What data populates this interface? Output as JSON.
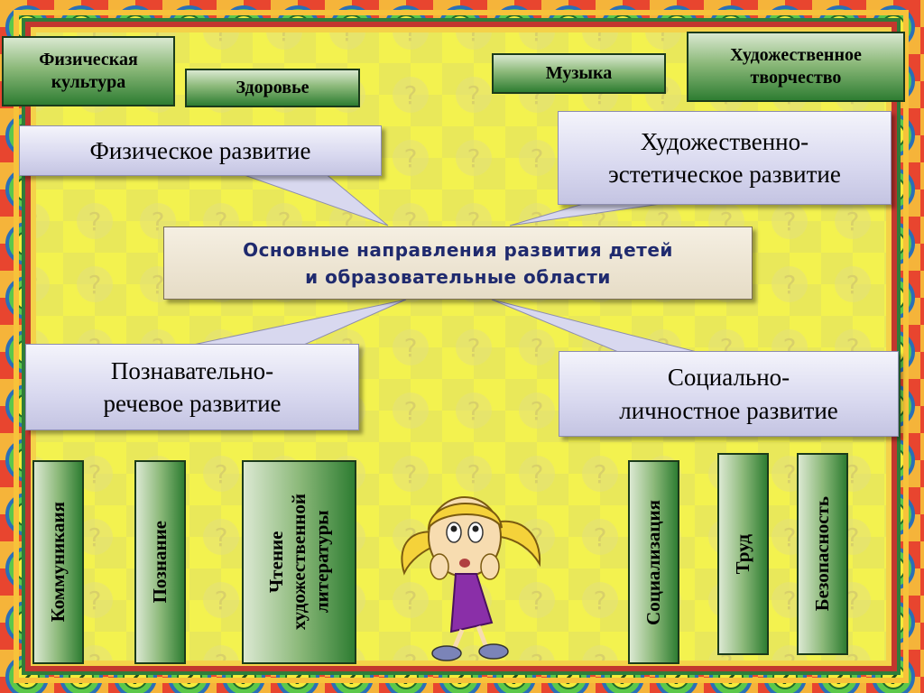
{
  "center_title": "Основные направления развития детей\nи образовательные области",
  "directions": {
    "physical": "Физическое развитие",
    "artistic": "Художественно-\nэстетическое развитие",
    "cognitive": "Познавательно-\nречевое развитие",
    "social": "Социально-\nличностное развитие"
  },
  "areas_top": {
    "physical_culture": "Физическая\nкультура",
    "health": "Здоровье",
    "music": "Музыка",
    "art_creativity": "Художественное\nтворчество"
  },
  "areas_bottom": {
    "communication": "Коммуникаия",
    "cognition": "Познание",
    "reading": "Чтение\nхудожественной\nлитературы",
    "socialization": "Социализация",
    "labor": "Труд",
    "safety": "Безопасность"
  },
  "colors": {
    "center_text": "#1f2a6e",
    "panel_yellow": "#f2f04a",
    "frame_red": "#c0392b",
    "green_label": "#2e7d32"
  }
}
